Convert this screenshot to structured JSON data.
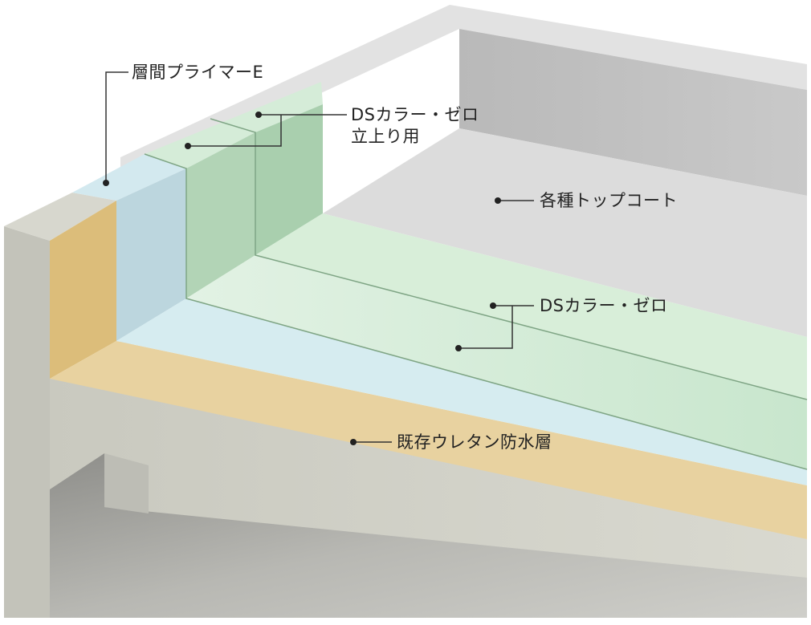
{
  "labels": {
    "interlayer_primer": "層間プライマーE",
    "ds_color_zero_upstand_line1": "DSカラー・ゼロ",
    "ds_color_zero_upstand_line2": "立上り用",
    "top_coat": "各種トップコート",
    "ds_color_zero": "DSカラー・ゼロ",
    "existing_urethane": "既存ウレタン防水層"
  },
  "colors": {
    "concrete": "#cfcfc6",
    "existing_urethane_layer": "#e8d2a0",
    "primer_layer": "#d6ecf0",
    "ds_color_zero_layer": "#cfe8d2",
    "top_coat_surface": "#dcdcdc"
  }
}
